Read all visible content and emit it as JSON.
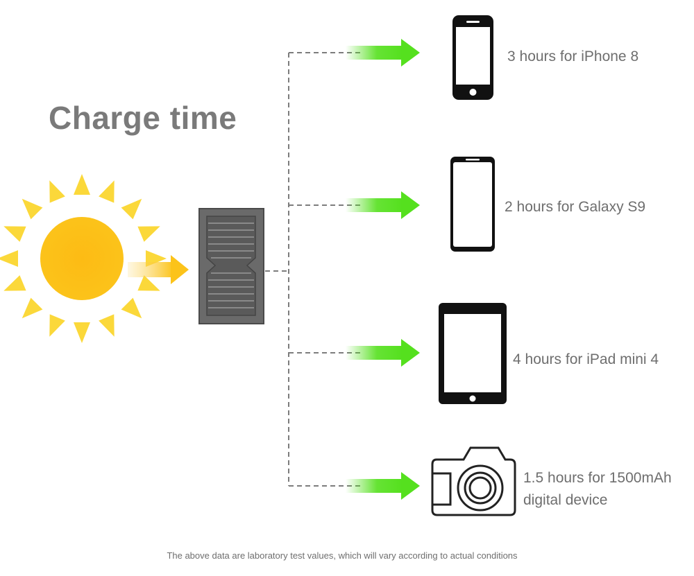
{
  "title": "Charge time",
  "devices": [
    {
      "icon": "phone-icon",
      "label": "3 hours for iPhone 8"
    },
    {
      "icon": "phone-icon",
      "label": "2 hours for Galaxy S9"
    },
    {
      "icon": "tablet-icon",
      "label": "4 hours for iPad mini 4"
    },
    {
      "icon": "camera-icon",
      "label_line1": "1.5 hours for 1500mAh",
      "label_line2": "digital device"
    }
  ],
  "footnote": "The above data are laboratory test values, which will vary according to actual conditions",
  "colors": {
    "sun": "#fcc31a",
    "sun_rays": "#fbd83a",
    "arrow_green": "#55e01e",
    "dashed_line": "#7c7c7c",
    "panel": "#5c5c5c",
    "text": "#6e6e6e"
  }
}
